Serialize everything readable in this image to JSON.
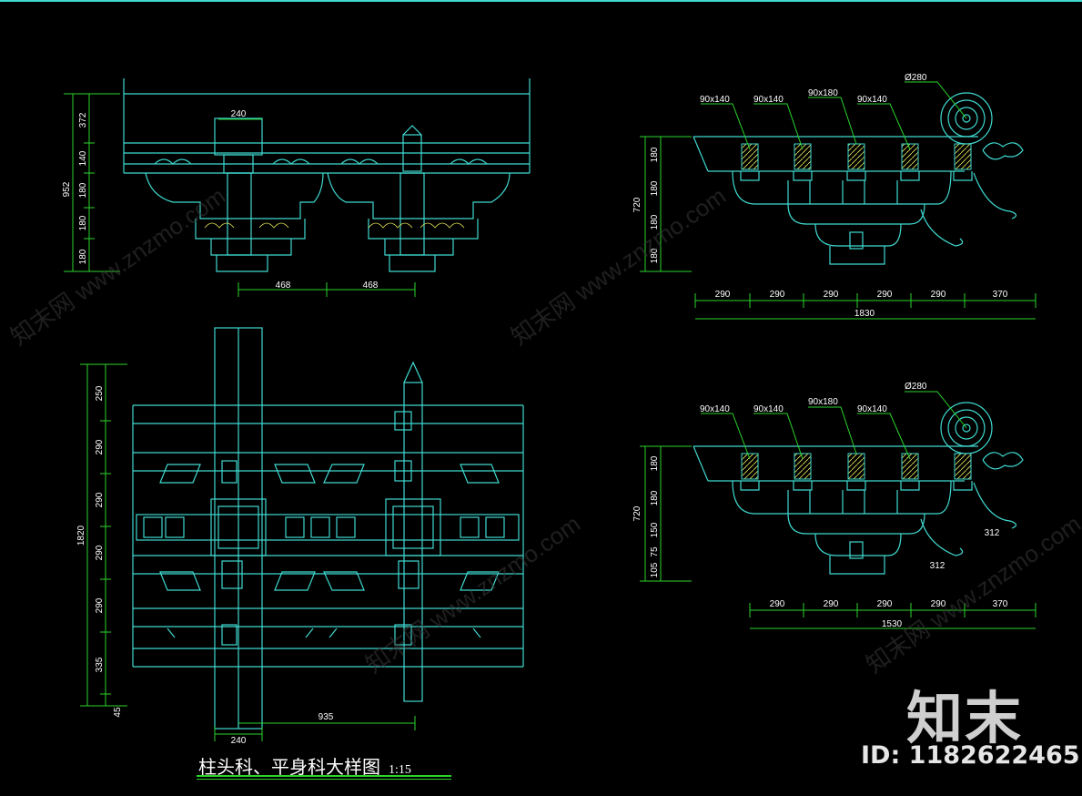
{
  "drawing": {
    "title": "柱头科、平身科大样图",
    "scale": "1:15",
    "logo_text": "知末",
    "id_text": "ID: 1182622465",
    "watermark": "知末网 www.znzmo.com",
    "colors": {
      "background": "#000000",
      "cyan": "#3fd9d0",
      "dimension_green": "#2bd42b",
      "annotation_white": "#ffffff",
      "label_yellow": "#e8e85a"
    }
  },
  "views": {
    "elevation_top_left": {
      "dims_left": [
        "952",
        "372",
        "140",
        "180",
        "180",
        "180"
      ],
      "dims_bottom": [
        "468",
        "468"
      ],
      "dim_top": "240"
    },
    "plan_bottom_left": {
      "dims_left": [
        "1820",
        "250",
        "290",
        "290",
        "290",
        "290",
        "335",
        "45"
      ],
      "dims_bottom": [
        "240",
        "935"
      ]
    },
    "section_right_top": {
      "labels": [
        "90x140",
        "90x140",
        "90x180",
        "90x140",
        "Ø280"
      ],
      "dims_left": [
        "720",
        "180",
        "180",
        "180",
        "180"
      ],
      "dims_bottom": [
        "290",
        "290",
        "290",
        "290",
        "290",
        "370"
      ],
      "dim_total": "1830"
    },
    "section_right_bottom": {
      "labels": [
        "90x140",
        "90x140",
        "90x180",
        "90x140",
        "Ø280"
      ],
      "dims_left": [
        "720",
        "180",
        "180",
        "150",
        "75",
        "105"
      ],
      "dims_bottom": [
        "290",
        "290",
        "290",
        "290",
        "370"
      ],
      "dim_total": "1530",
      "dims_extra": [
        "312",
        "312"
      ]
    }
  }
}
